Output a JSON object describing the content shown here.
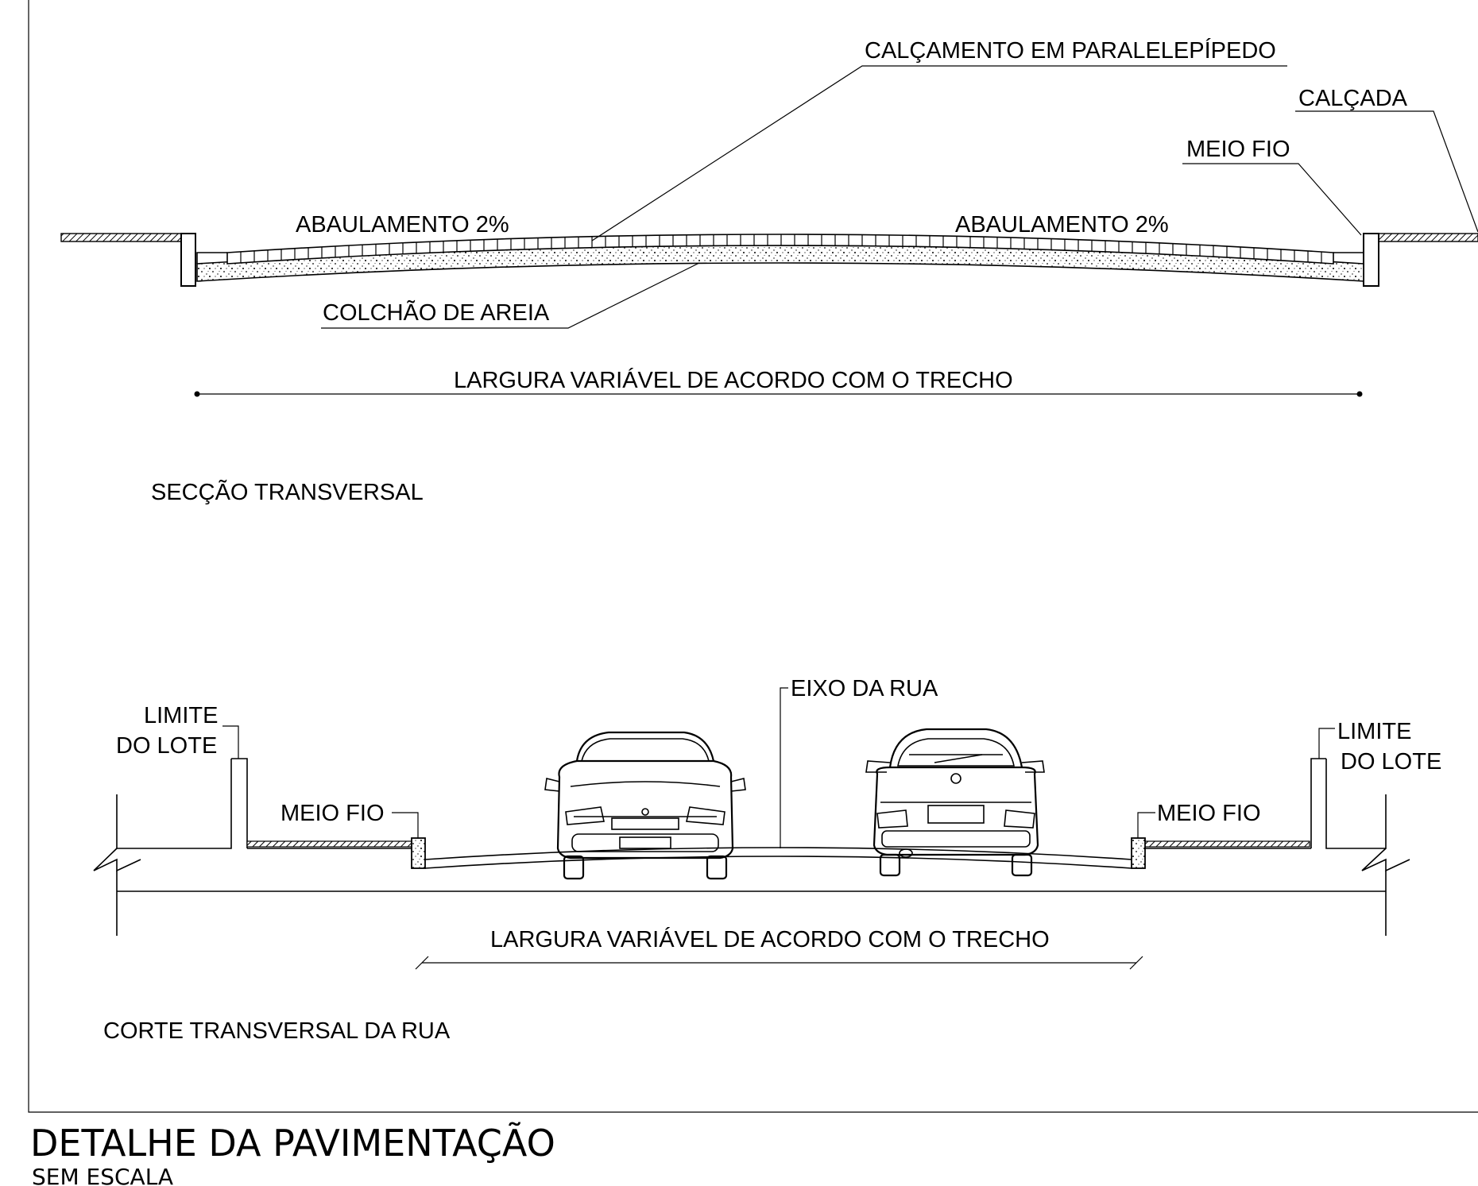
{
  "section": {
    "label_pavement": "CALÇAMENTO EM PARALELEPÍPEDO",
    "label_sidewalk": "CALÇADA",
    "label_curb": "MEIO FIO",
    "label_crown_left": "ABAULAMENTO 2%",
    "label_crown_right": "ABAULAMENTO 2%",
    "label_sand_bed": "COLCHÃO DE AREIA",
    "width_note": "LARGURA VARIÁVEL DE ACORDO COM O TRECHO",
    "title": "SECÇÃO TRANSVERSAL"
  },
  "street_cut": {
    "label_axis": "EIXO DA RUA",
    "label_lot_limit_left_1": "LIMITE",
    "label_lot_limit_left_2": "DO LOTE",
    "label_lot_limit_right_1": "LIMITE",
    "label_lot_limit_right_2": "DO LOTE",
    "label_curb_left": "MEIO FIO",
    "label_curb_right": "MEIO FIO",
    "width_note": "LARGURA VARIÁVEL DE ACORDO COM O TRECHO",
    "title": "CORTE TRANSVERSAL DA RUA"
  },
  "sheet": {
    "title": "DETALHE DA PAVIMENTAÇÃO",
    "scale": "SEM ESCALA"
  }
}
